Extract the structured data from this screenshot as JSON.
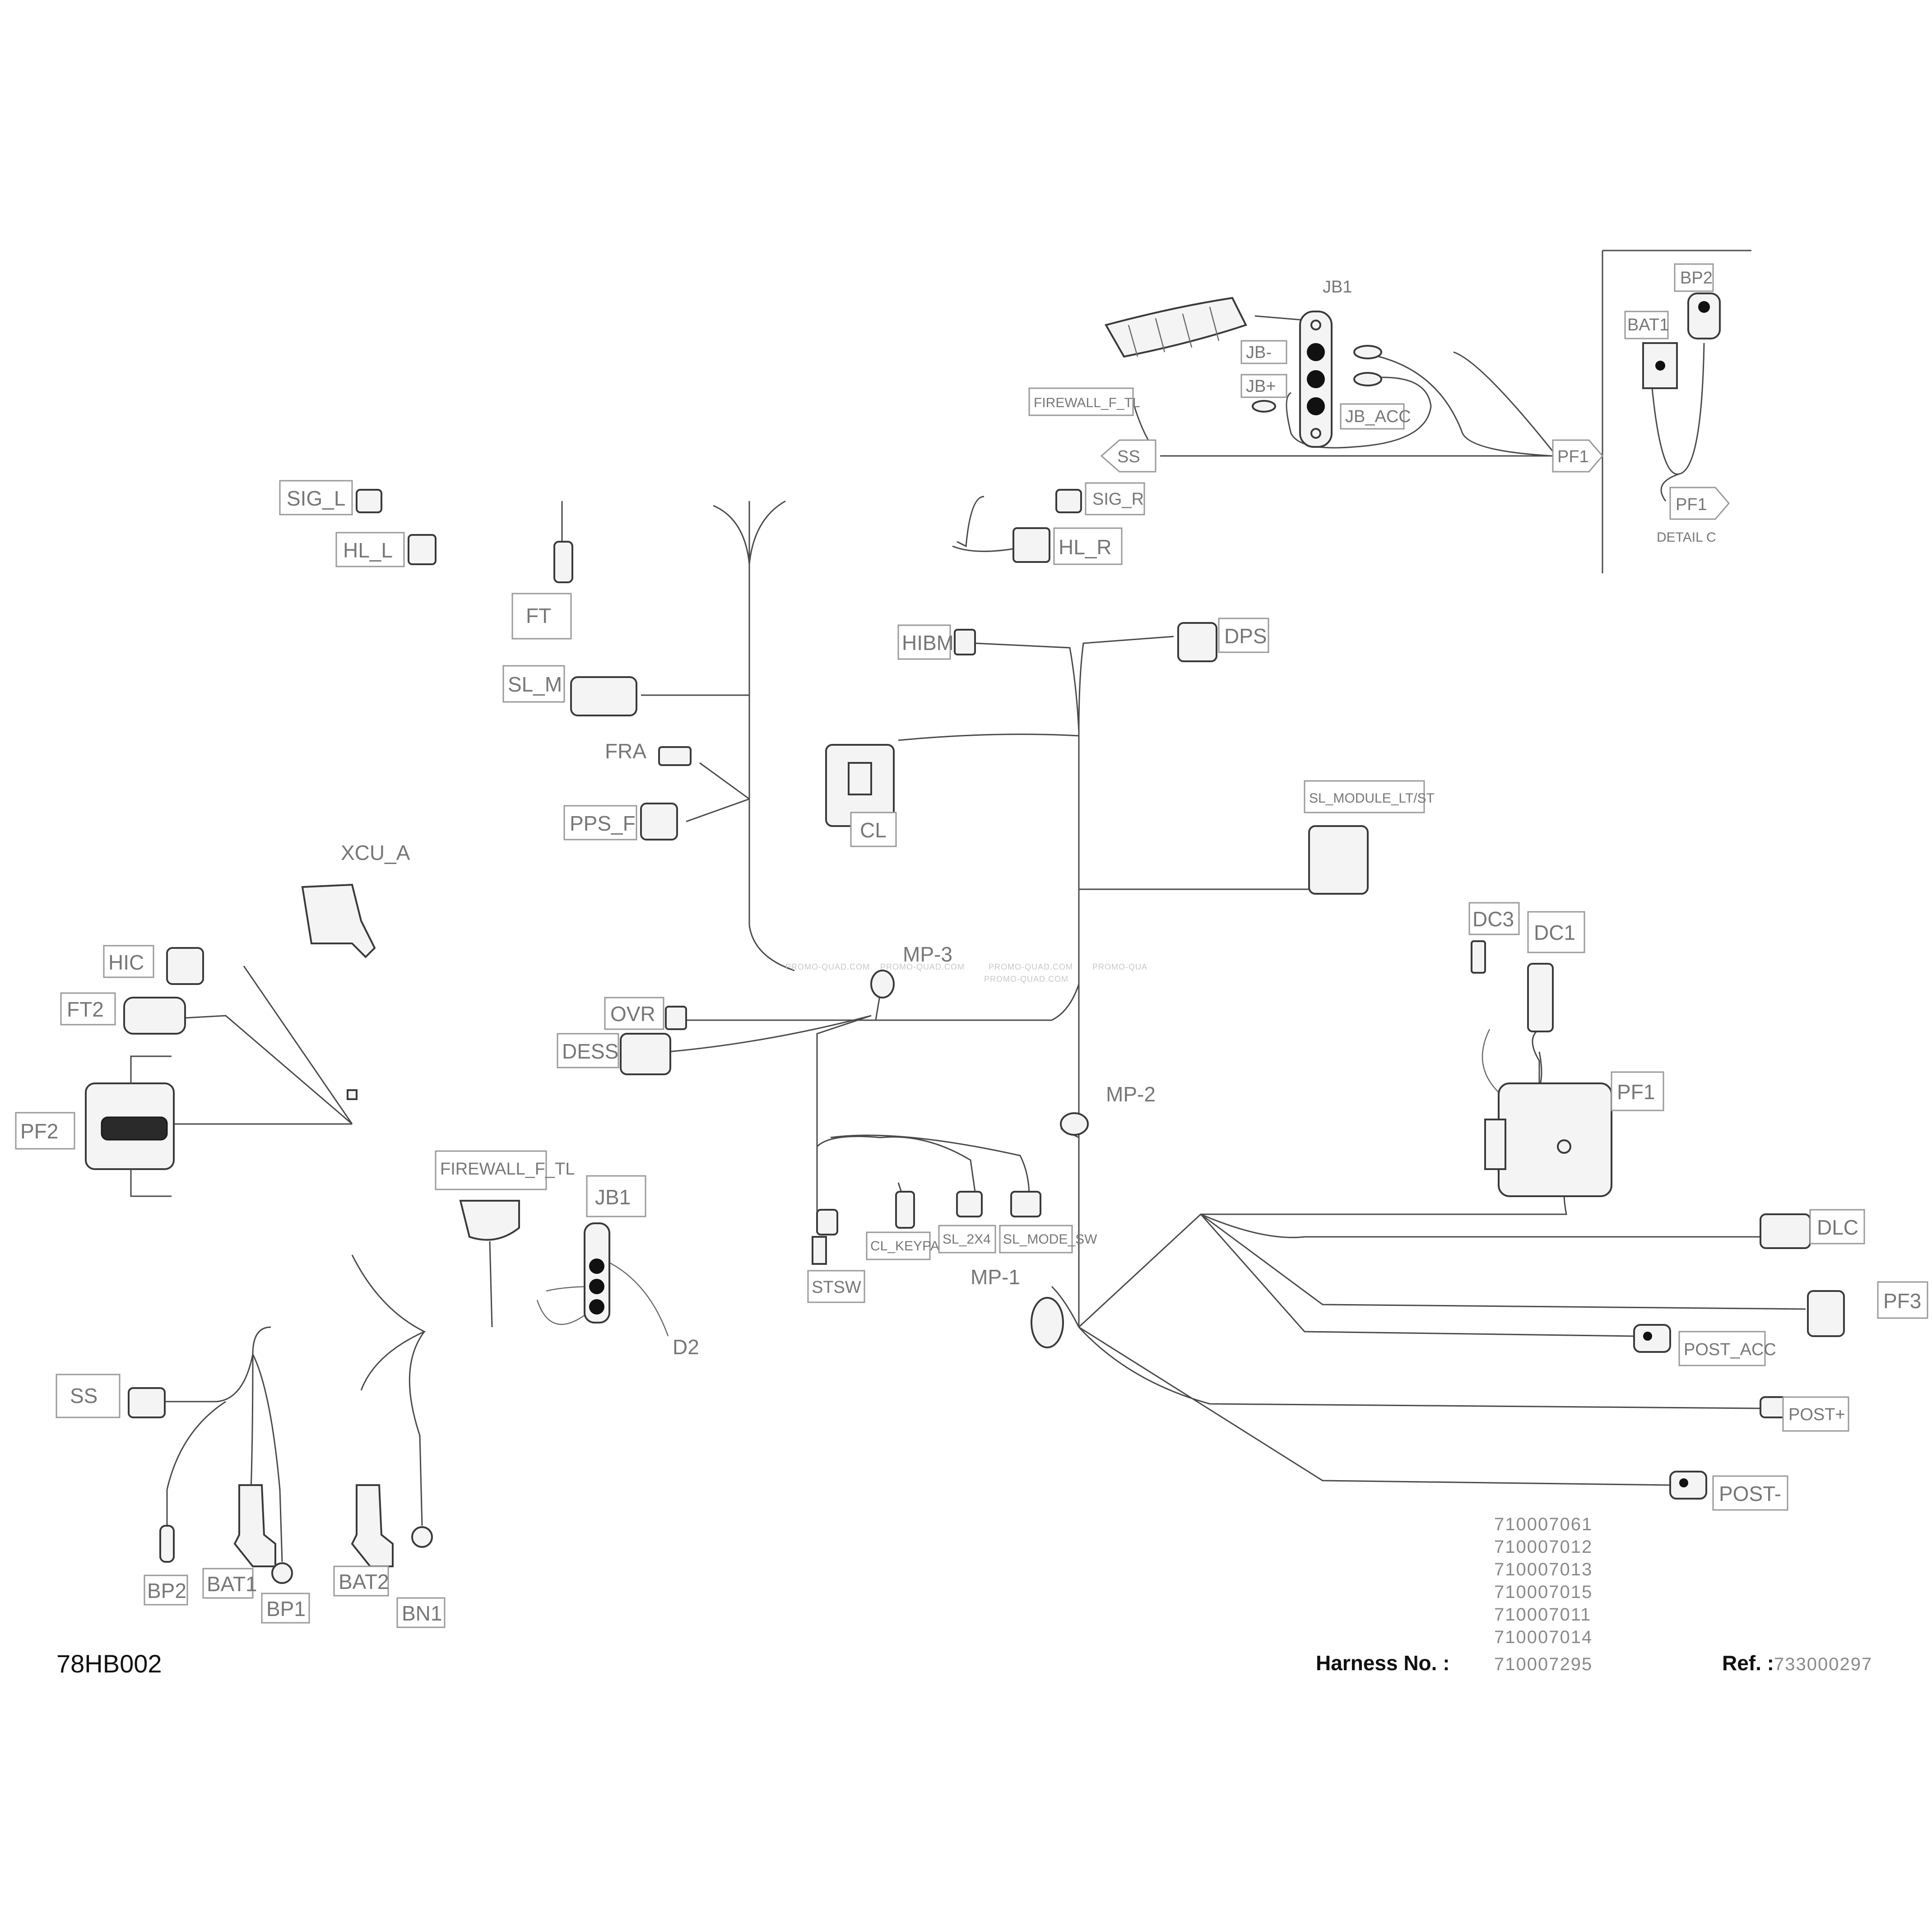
{
  "drawing_number": "78HB002",
  "harness_label": "Harness No. :",
  "harness_numbers": [
    "710007061",
    "710007012",
    "710007013",
    "710007015",
    "710007011",
    "710007014",
    "710007295"
  ],
  "ref_label": "Ref. :",
  "ref_value": "733000297",
  "watermarks": [
    "PROMO-QUAD.COM",
    "PROMO-QUAD.COM",
    "PROMO-QUAD.COM",
    "PROMO-QUAD.COM",
    "PROMO-QUA"
  ],
  "labels": {
    "jb1_top": "JB1",
    "jb_minus": "JB-",
    "jb_plus": "JB+",
    "jb_acc": "JB_ACC",
    "firewall_top": "FIREWALL_F_TL",
    "ss_top": "SS",
    "pf1_top": "PF1",
    "bp2_detail": "BP2",
    "bat1_detail": "BAT1",
    "pf1_detail": "PF1",
    "detail_c": "DETAIL C",
    "sig_r": "SIG_R",
    "hl_r": "HL_R",
    "sig_l": "SIG_L",
    "hl_l": "HL_L",
    "ft": "FT",
    "sl_m": "SL_M",
    "fra": "FRA",
    "pps_f": "PPS_F",
    "hibm": "HIBM",
    "dps": "DPS",
    "cl": "CL",
    "sl_module": "SL_MODULE_LT/ST",
    "xcu_a": "XCU_A",
    "hic": "HIC",
    "ft2": "FT2",
    "pf2": "PF2",
    "mp3": "MP-3",
    "ovr": "OVR",
    "dess": "DESS",
    "dc3": "DC3",
    "dc1": "DC1",
    "pf1_mid": "PF1",
    "mp2": "MP-2",
    "firewall_bot": "FIREWALL_F_TL",
    "jb1_bot": "JB1",
    "d2": "D2",
    "stsw": "STSW",
    "cl_keypad": "CL_KEYPAD",
    "sl_2x4": "SL_2X4",
    "sl_mode_sw": "SL_MODE_SW",
    "mp1": "MP-1",
    "dlc": "DLC",
    "pf3": "PF3",
    "post_acc": "POST_ACC",
    "post_plus": "POST+",
    "post_minus": "POST-",
    "ss_bot": "SS",
    "bp2_bot": "BP2",
    "bat1_bot": "BAT1",
    "bp1": "BP1",
    "bat2": "BAT2",
    "bn1": "BN1"
  }
}
